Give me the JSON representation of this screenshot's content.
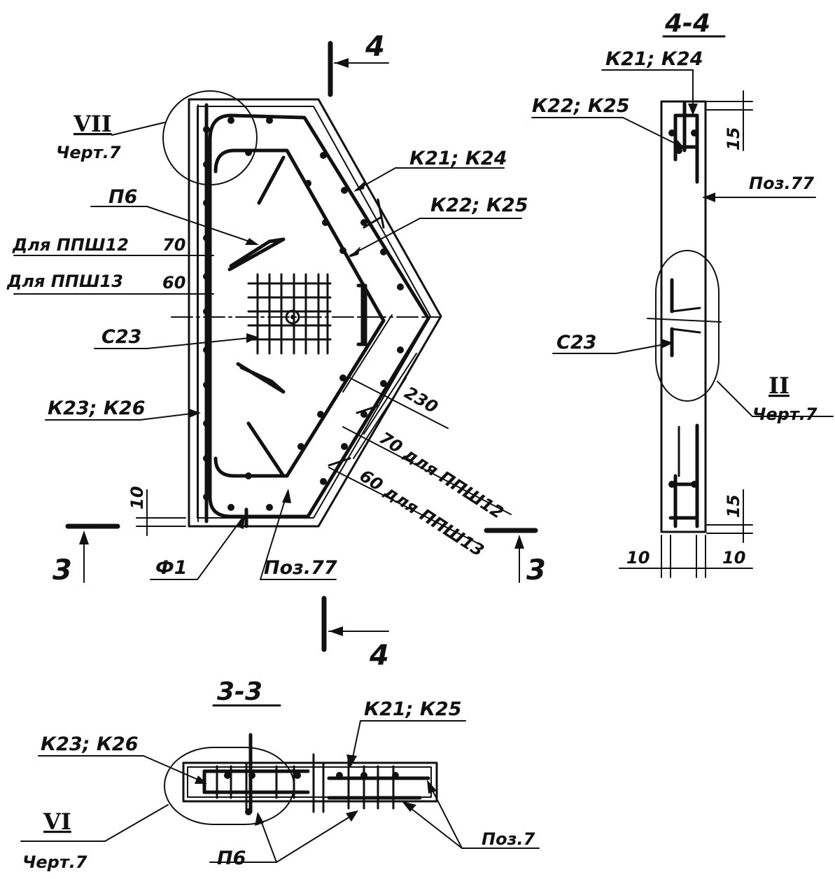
{
  "main_view": {
    "callout_vii": {
      "roman": "VII",
      "ref": "Черт.7"
    },
    "k21_k24": "К21; К24",
    "k22_k25": "К22; К25",
    "p6": "П6",
    "for_ppsh12": "Для ППШ12",
    "dim_70": "70",
    "for_ppsh13": "Для ППШ13",
    "dim_60": "60",
    "c23": "С23",
    "k23_k26": "К23; К26",
    "dim_10": "10",
    "f1": "Ф1",
    "poz77": "Поз.77",
    "dim_230": "230",
    "dim_70_ppsh12": "70 для ППШ12",
    "dim_60_ppsh13": "60 для ППШ13",
    "section_3_left": "3",
    "section_3_right": "3",
    "section_4_top": "4",
    "section_4_bottom": "4"
  },
  "section_4_4": {
    "title": "4-4",
    "k21_k24": "К21; К24",
    "k22_k25": "К22; К25",
    "dim_15_top": "15",
    "poz77": "Поз.77",
    "c23": "С23",
    "callout_ii": {
      "roman": "II",
      "ref": "Черт.7"
    },
    "dim_15_bottom": "15",
    "dim_10_left": "10",
    "dim_10_right": "10"
  },
  "section_3_3": {
    "title": "3-3",
    "k21_k25": "К21; К25",
    "k23_k26": "К23; К26",
    "callout_vi": {
      "roman": "VI",
      "ref": "Черт.7"
    },
    "p6": "П6",
    "poz": "Поз.7"
  }
}
